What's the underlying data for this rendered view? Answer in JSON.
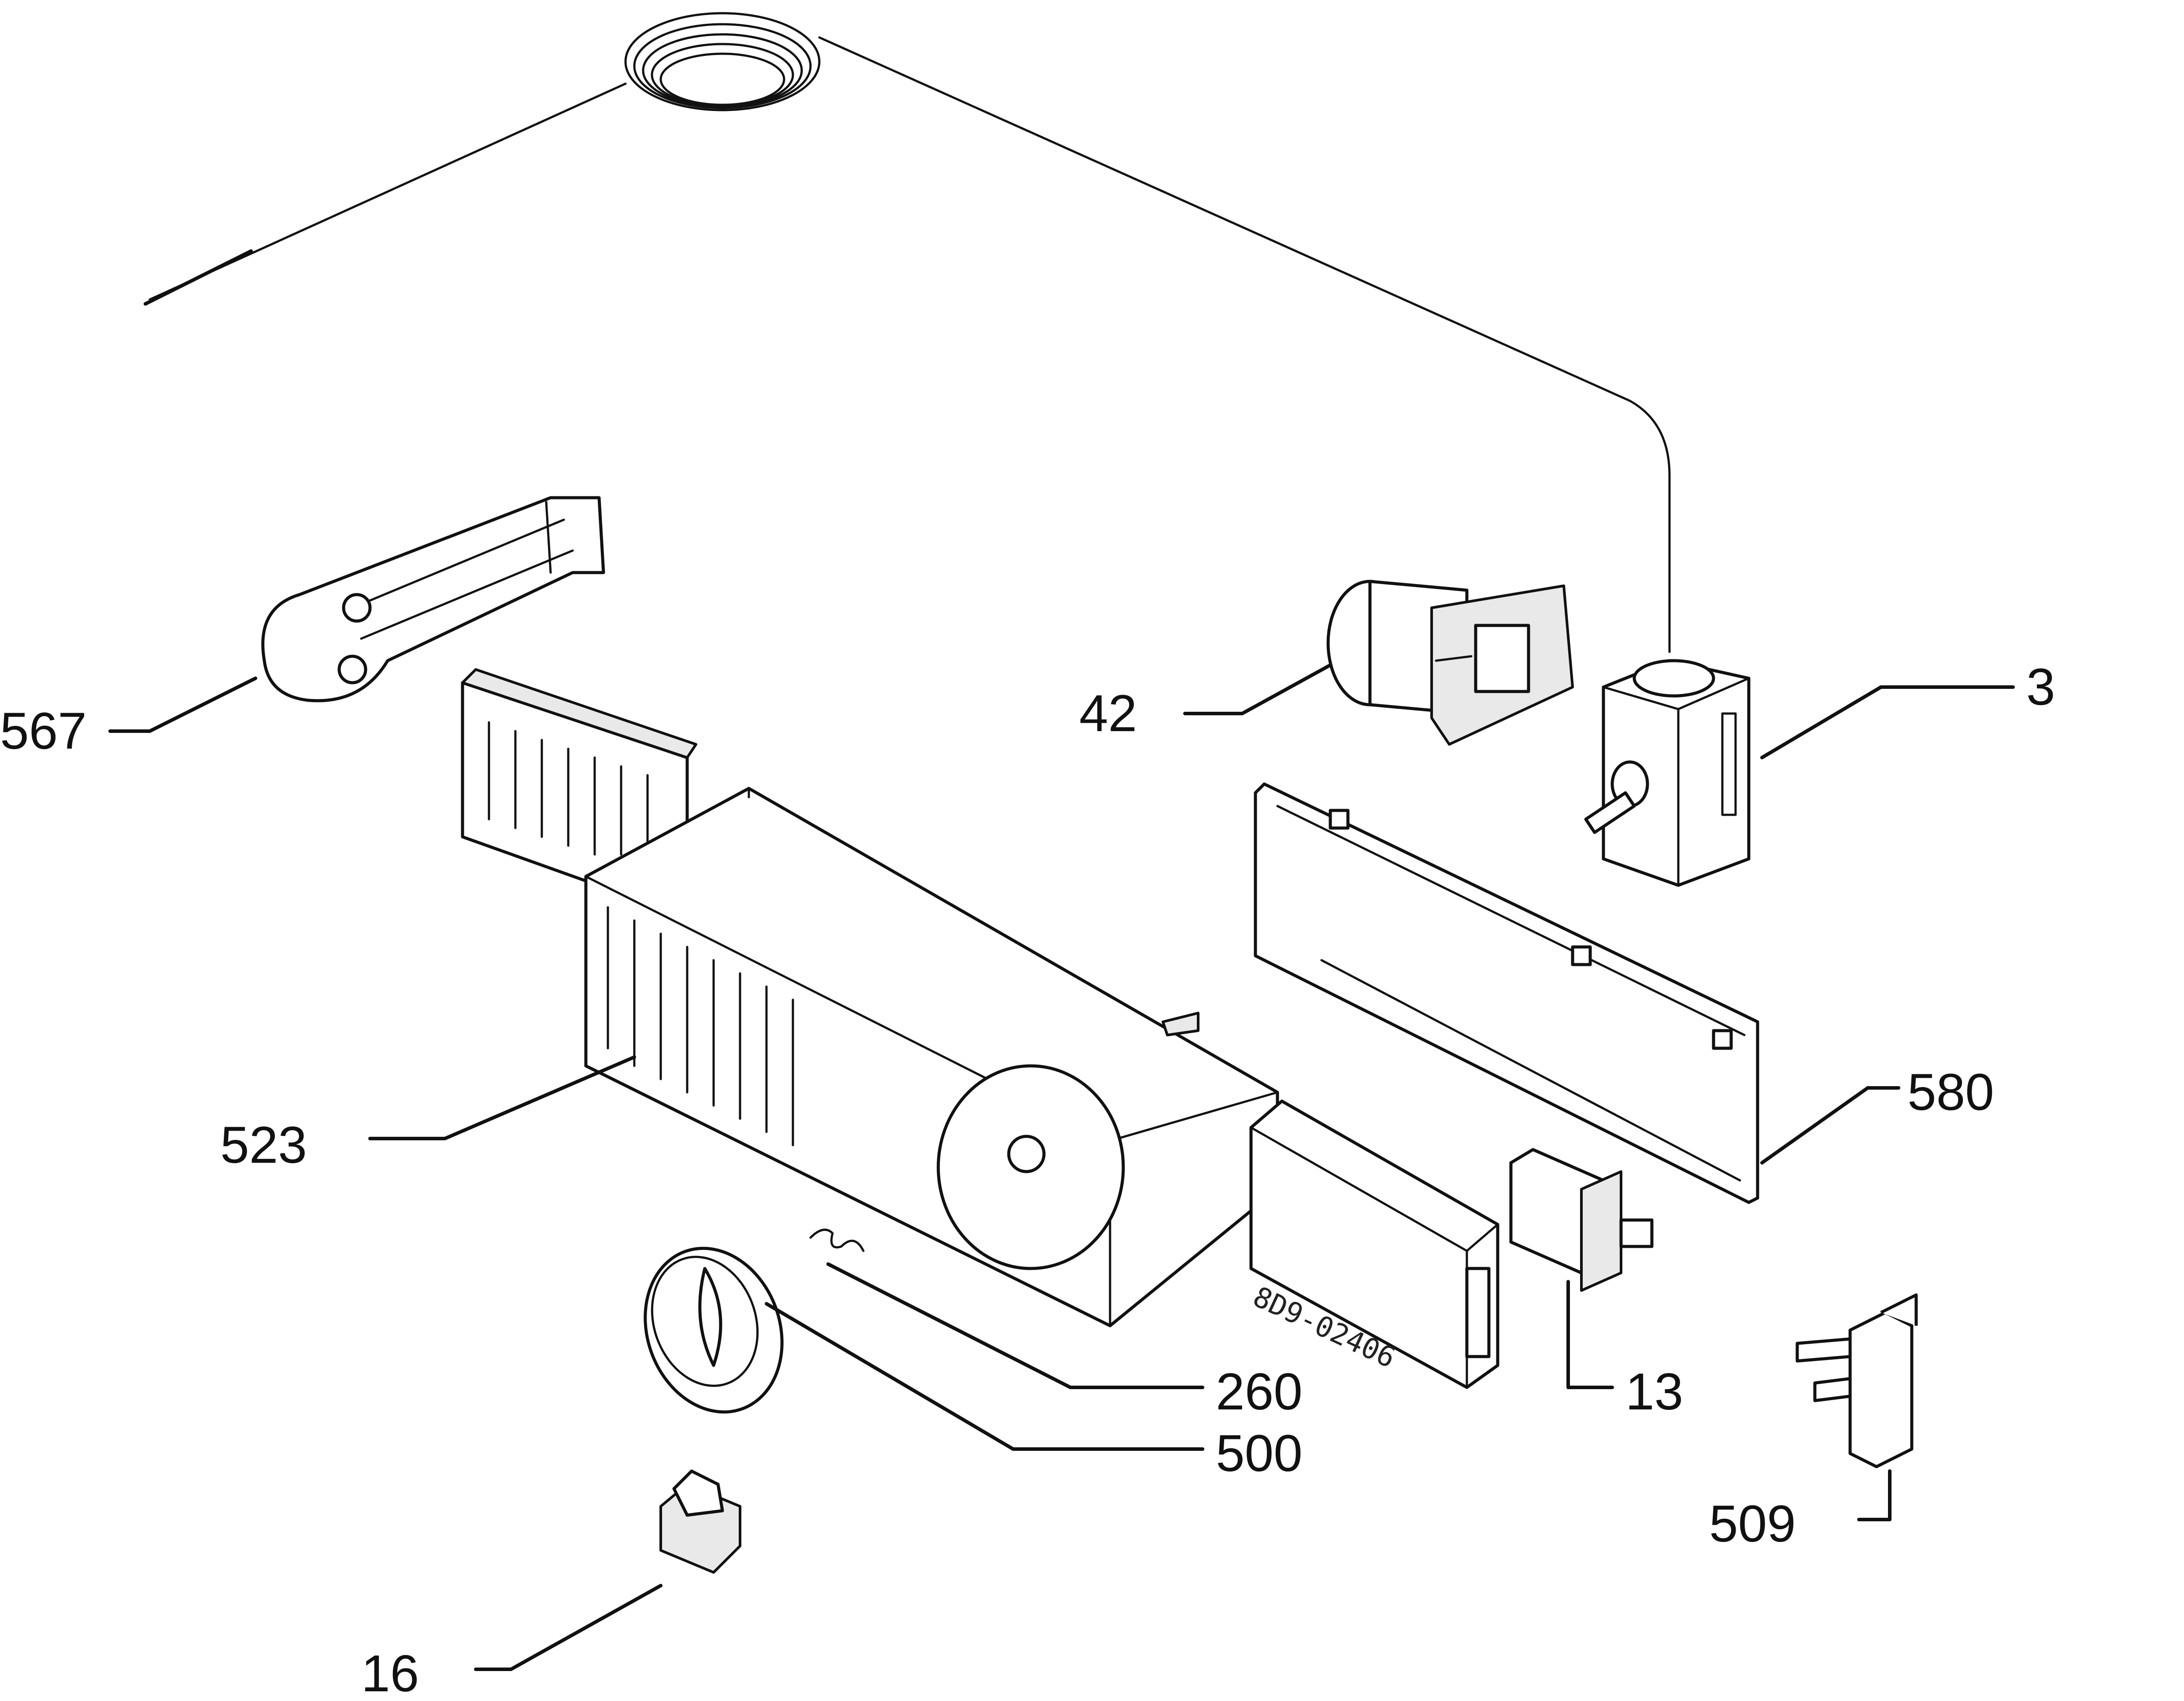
{
  "labels": {
    "p567": "567",
    "p42": "42",
    "p3": "3",
    "p523": "523",
    "p580": "580",
    "p260": "260",
    "p500": "500",
    "p13": "13",
    "p509": "509",
    "p16": "16"
  },
  "drawing_code": "8D9-02406",
  "colors": {
    "ink": "#111111",
    "paper": "#ffffff",
    "shade": "#e9e9e9"
  }
}
